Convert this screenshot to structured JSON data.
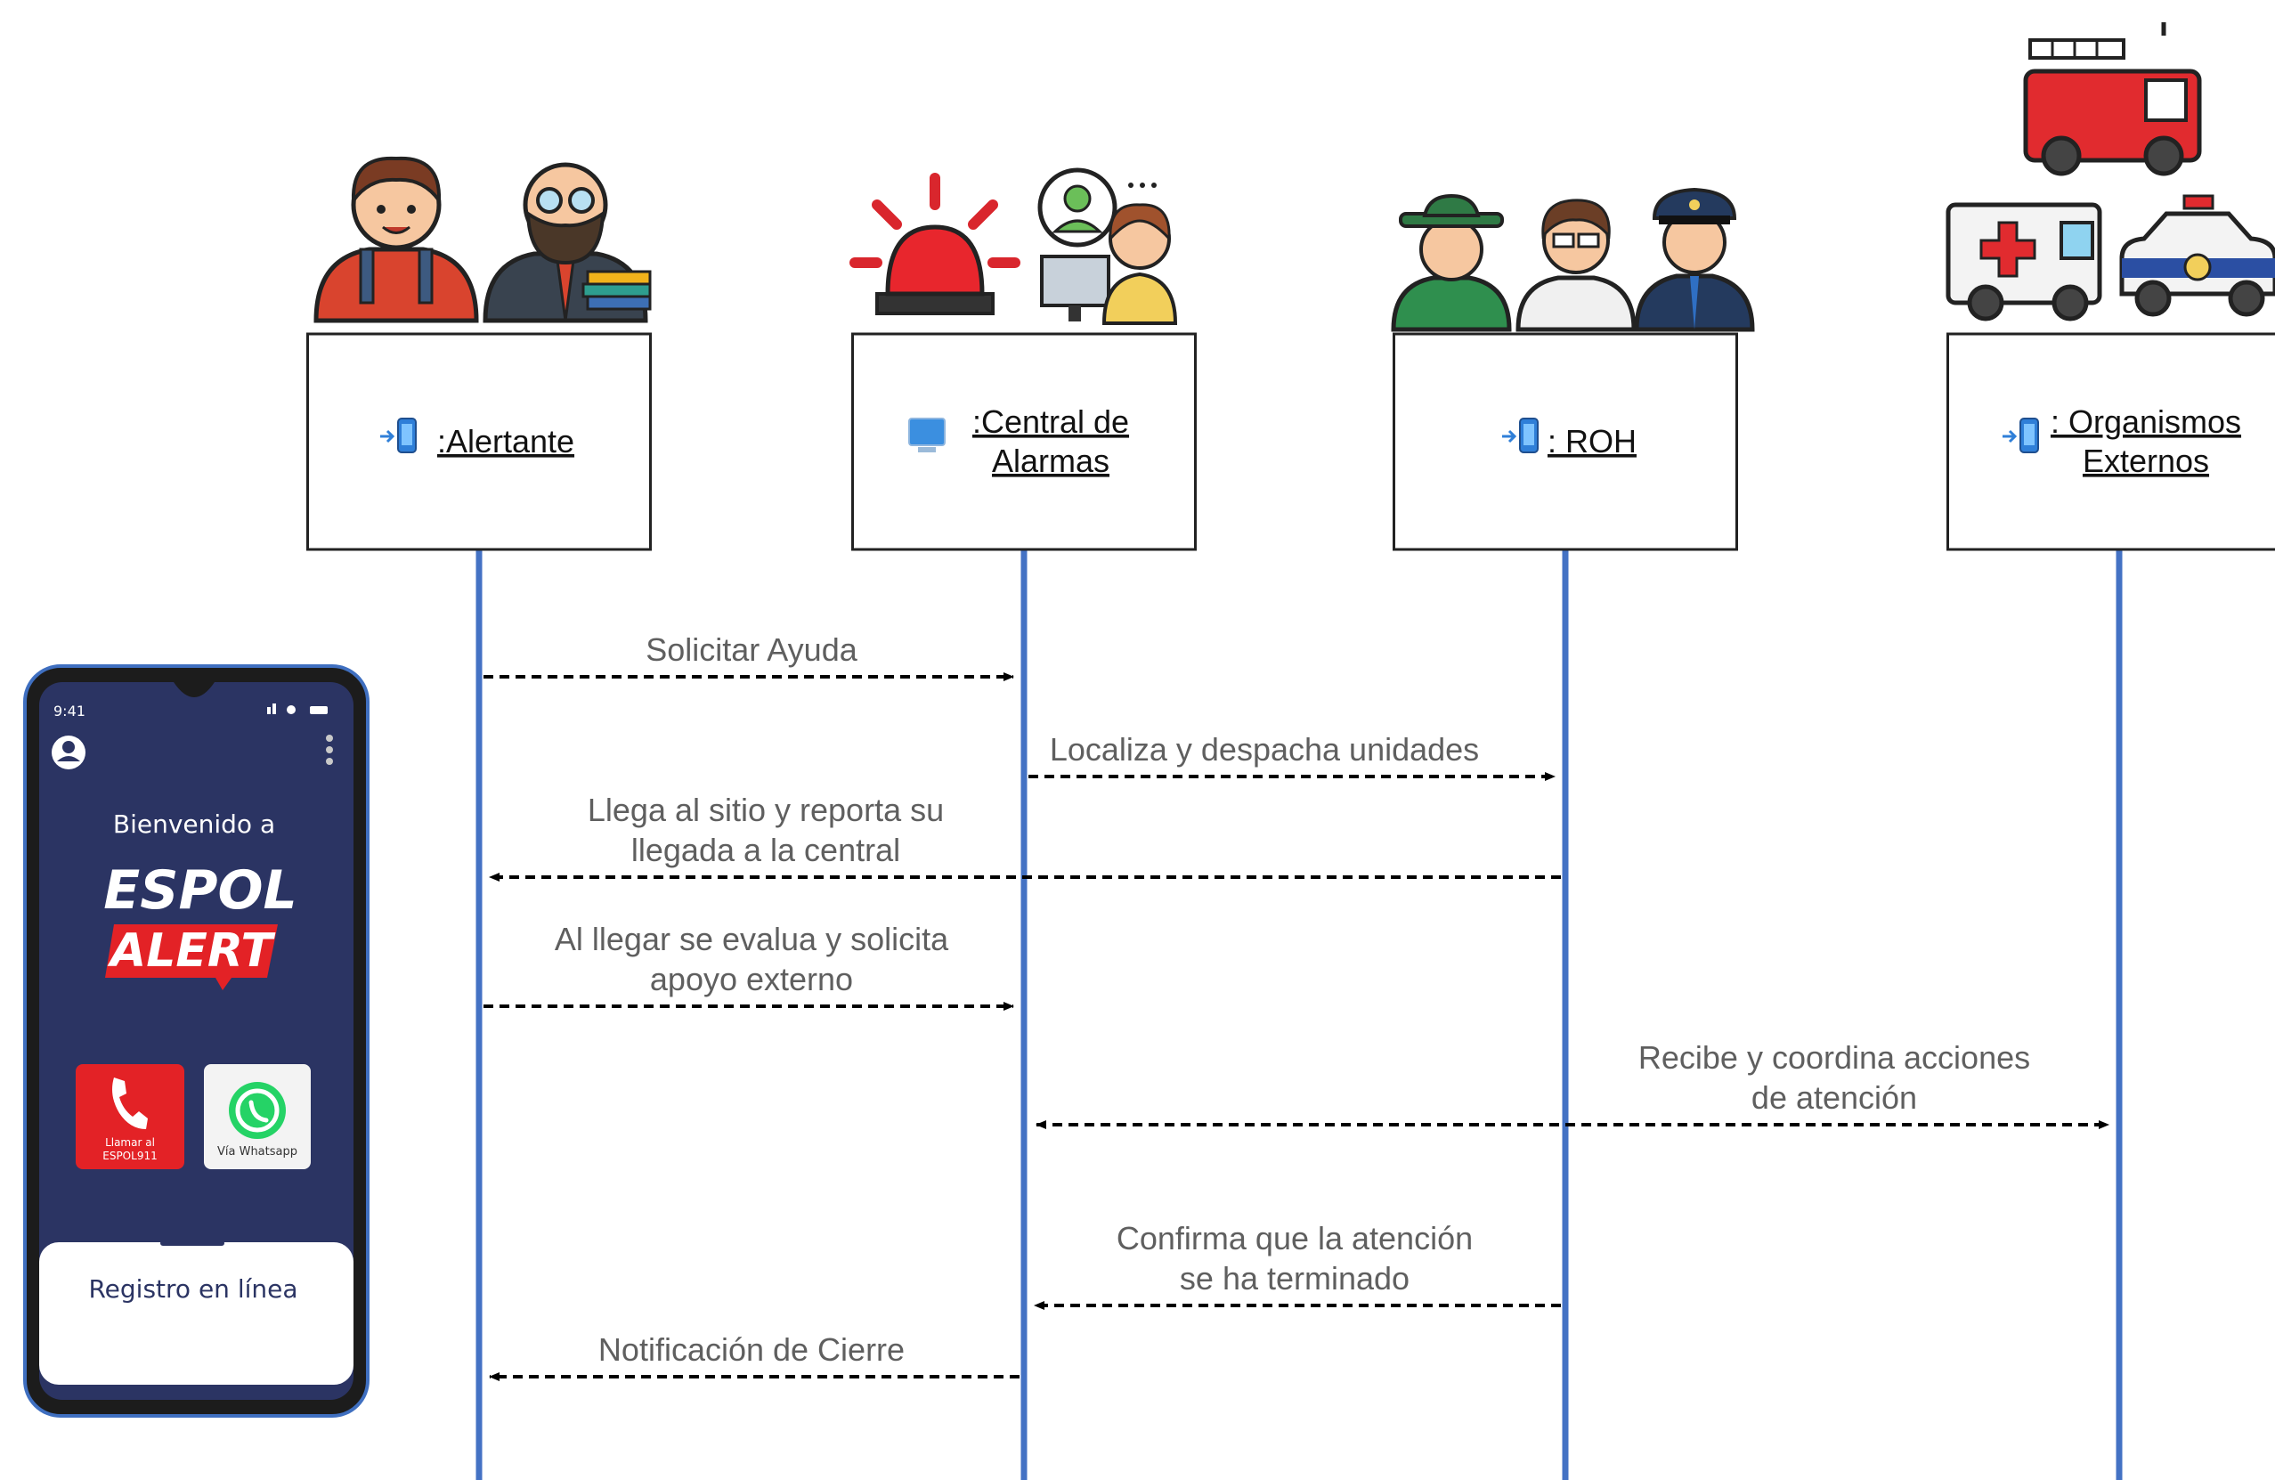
{
  "participants": [
    {
      "id": "alertante",
      "lines": [
        ":Alertante"
      ],
      "icon": "mobile-device-icon"
    },
    {
      "id": "central",
      "lines": [
        ":Central de",
        "Alarmas"
      ],
      "icon": "desktop-computer-icon"
    },
    {
      "id": "roh",
      "lines": [
        ": ROH"
      ],
      "icon": "mobile-device-icon"
    },
    {
      "id": "organismos",
      "lines": [
        ": Organismos",
        "Externos"
      ],
      "icon": "mobile-device-icon"
    }
  ],
  "messages": [
    {
      "id": "solicitar",
      "lines": [
        "Solicitar Ayuda"
      ],
      "from": "alertante",
      "to": "central",
      "bidirectional": false
    },
    {
      "id": "localiza",
      "lines": [
        "Localiza y despacha unidades"
      ],
      "from": "central",
      "to": "roh",
      "bidirectional": false
    },
    {
      "id": "llega",
      "lines": [
        "Llega al sitio y reporta su",
        "llegada a la central"
      ],
      "from": "roh",
      "to": "alertante",
      "bidirectional": false
    },
    {
      "id": "evalua",
      "lines": [
        "Al llegar se evalua y solicita",
        "apoyo externo"
      ],
      "from": "alertante",
      "to": "central",
      "bidirectional": false
    },
    {
      "id": "coordina",
      "lines": [
        "Recibe y coordina acciones",
        "de atención"
      ],
      "from": "central",
      "to": "organismos",
      "bidirectional": true
    },
    {
      "id": "confirma",
      "lines": [
        "Confirma que la atención",
        "se ha terminado"
      ],
      "from": "roh",
      "to": "central",
      "bidirectional": false
    },
    {
      "id": "cierre",
      "lines": [
        "Notificación de Cierre"
      ],
      "from": "central",
      "to": "alertante",
      "bidirectional": false
    }
  ],
  "phone": {
    "time": "9:41",
    "welcome": "Bienvenido a",
    "brand_top": "ESPOL",
    "brand_bottom": "ALERT",
    "call_button": [
      "Llamar al",
      "ESPOL911"
    ],
    "whatsapp_button": "Vía Whatsapp",
    "register": "Registro en línea"
  },
  "colors": {
    "lifeline": "#4472c4",
    "phone_bg": "#2b3463",
    "brand_red": "#e32226",
    "message_text": "#5f5f5f"
  }
}
